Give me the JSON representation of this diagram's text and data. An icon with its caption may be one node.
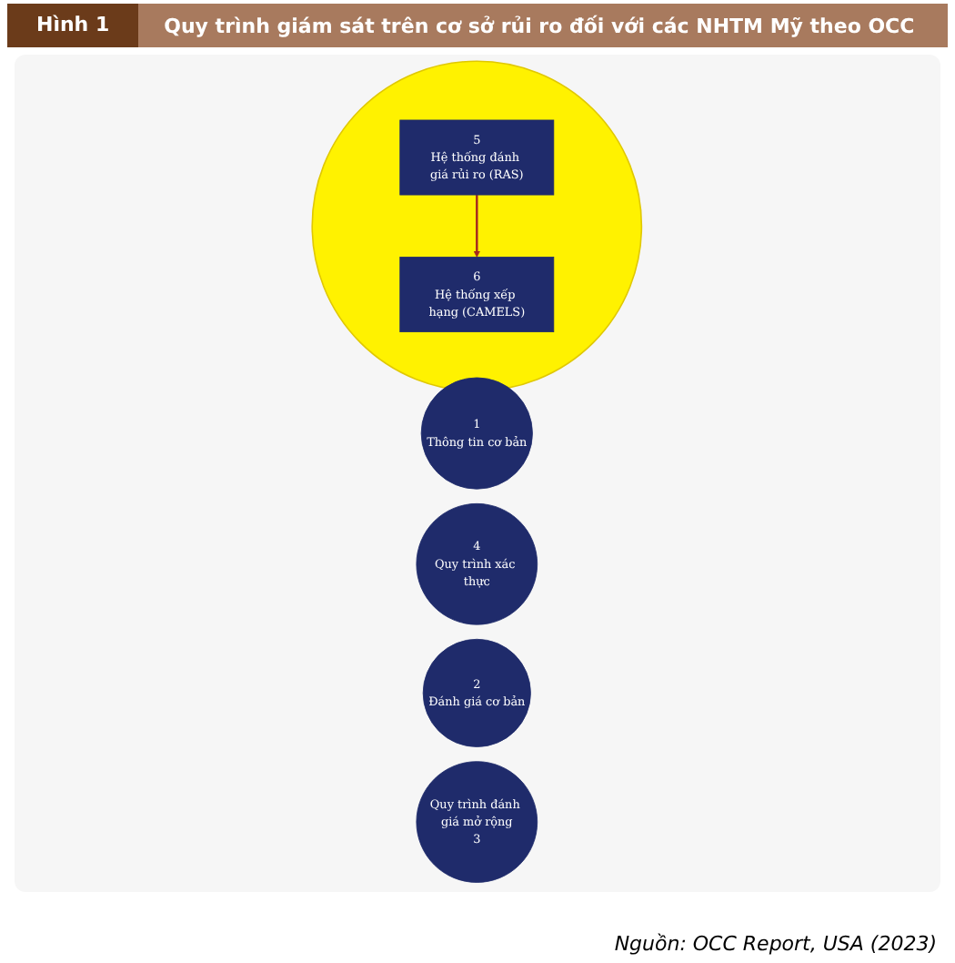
{
  "diagram": {
    "title": "Quy trình giám sát trên cơ sở rủi ro đối với các NHTM Mỹ theo OCC",
    "caption": "Nguồn: OCC Report, USA (2023)",
    "nodes": [
      {
        "text": [
          "1",
          "Thông tin cơ bản"
        ]
      },
      {
        "text": [
          "4",
          "Quy trình xác thực"
        ]
      },
      {
        "text": [],
        "shape": "circle"
      },
      {
        "text": [
          "5",
          "Hệ thống đánh giá rủi ro (RAS)"
        ],
        "in": 2
      },
      {
        "text": [
          "6",
          "Hệ thống xếp hạng (CAMELS)"
        ],
        "in": 2
      },
      {
        "text": [
          "2",
          "Đánh giá cơ bản"
        ]
      },
      {
        "text": [
          "Quy trình đánh giá mở rộng",
          "3"
        ]
      }
    ],
    "edges": [
      {
        "from": 3,
        "to": 4,
        "arrow": "to"
      }
    ],
    "labels": [
      "Hình 1"
    ]
  }
}
